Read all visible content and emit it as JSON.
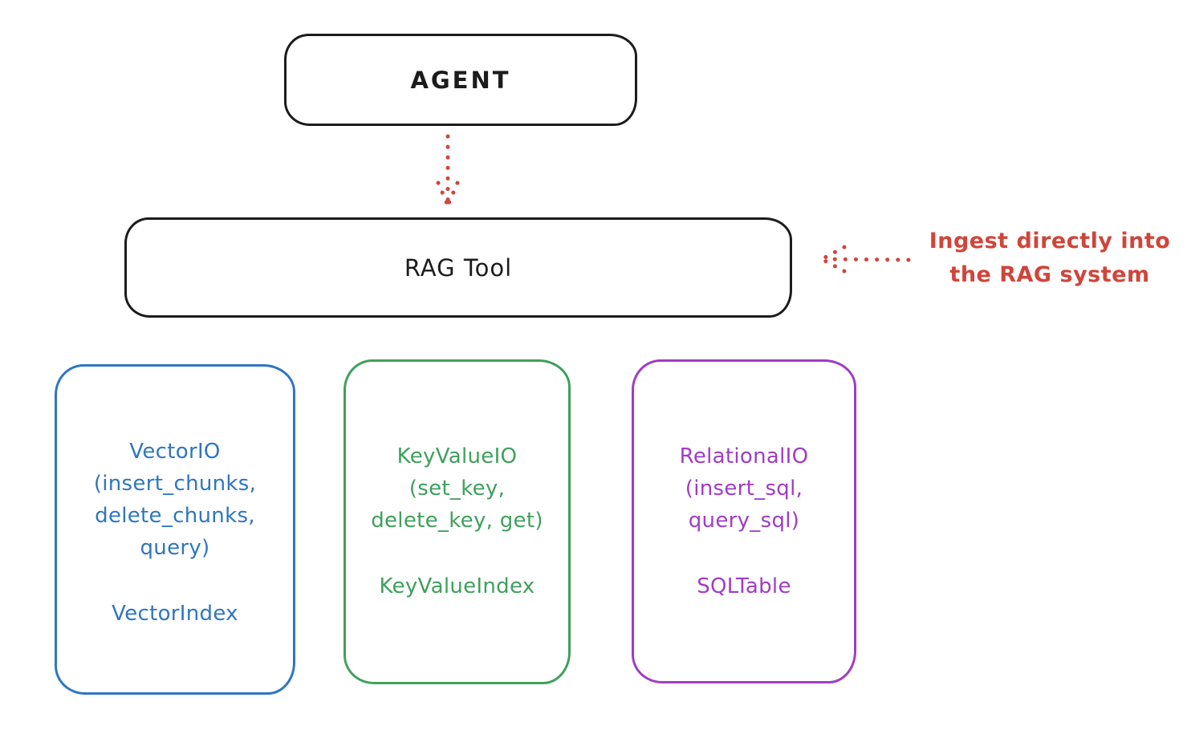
{
  "colors": {
    "ink": "#1c1c1c",
    "red": "#d0453a",
    "blue": "#2f76c0",
    "green": "#3fa05c",
    "purple": "#a03cc6",
    "bg": "#ffffff"
  },
  "nodes": {
    "agent": {
      "label": "AGENT"
    },
    "rag_tool": {
      "label": "RAG Tool"
    }
  },
  "annotation": {
    "line1": "Ingest directly into",
    "line2": "the RAG system"
  },
  "storage_boxes": [
    {
      "id": "vector-io",
      "color": "#2f76c0",
      "lines": [
        "VectorIO",
        "(insert_chunks,",
        "delete_chunks,",
        "query)"
      ],
      "footer": "VectorIndex"
    },
    {
      "id": "keyvalue-io",
      "color": "#3fa05c",
      "lines": [
        "KeyValueIO",
        "(set_key,",
        "delete_key, get)"
      ],
      "footer": "KeyValueIndex"
    },
    {
      "id": "relational-io",
      "color": "#a03cc6",
      "lines": [
        "RelationalIO",
        "(insert_sql,",
        "query_sql)"
      ],
      "footer": "SQLTable"
    }
  ]
}
